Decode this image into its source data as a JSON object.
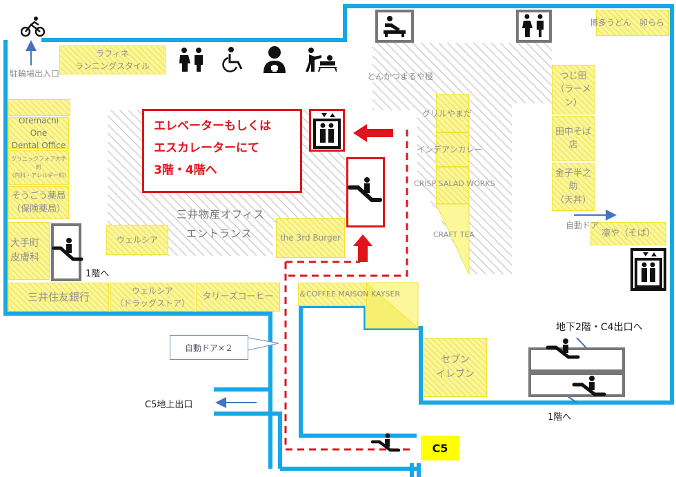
{
  "colors": {
    "wall": "#16a8e6",
    "shop_fill": "#fbf79a",
    "shop_border": "#f2e23a",
    "route": "#e0141c",
    "vert_frame": "#777777",
    "exit_tag": "#ffff00",
    "note_arrow": "#4472c4"
  },
  "info_box": {
    "text": "エレベーターもしくは\nエスカレーターにて\n3階・4階へ"
  },
  "entrance": {
    "line1": "三井物産オフィス",
    "line2": "エントランス"
  },
  "callout": {
    "text": "自動ドア×２"
  },
  "exit_tag": {
    "text": "C5"
  },
  "labels": {
    "bike_entrance": "駐輪場出入口",
    "to_1f_left": "1階へ",
    "to_1f_right": "1階へ",
    "to_b2": "地下2階・C4出口へ",
    "auto_door": "自動ドア",
    "c5_ground": "C5地上出口"
  },
  "icons": [
    "bicycle-icon",
    "restroom-icon",
    "accessible-toilet-icon",
    "nurse-room-icon",
    "baby-changing-icon",
    "rest-area-icon",
    "elevator-icon",
    "escalator-icon"
  ],
  "shops": [
    {
      "key": "lafine",
      "text": "ラフィネ\nランニングスタイル"
    },
    {
      "key": "blank_left",
      "text": ""
    },
    {
      "key": "dental",
      "text": "Otemachi One\nDental Office"
    },
    {
      "key": "clinic",
      "text": "クリニックフォア大手町\n（内科・アレルギー科）"
    },
    {
      "key": "sogo",
      "text": "そうごう薬局\n（保険薬局）"
    },
    {
      "key": "derm",
      "text": "大手町\n皮膚科"
    },
    {
      "key": "smbc",
      "text": "三井住友銀行"
    },
    {
      "key": "welcia_drug",
      "text": "ウェルシア\n（ドラッグストア）"
    },
    {
      "key": "tullys",
      "text": "タリーズコーヒー"
    },
    {
      "key": "welcia",
      "text": "ウェルシア"
    },
    {
      "key": "burger",
      "text": "the 3rd Burger"
    },
    {
      "key": "kayser",
      "text": "＆COFFEE MAISON KAYSER"
    },
    {
      "key": "seven",
      "text": "セブン\nイレブン"
    },
    {
      "key": "hakata",
      "text": "博多うどん　卯らら"
    },
    {
      "key": "tsujita",
      "text": "つじ田\n（ラーメン）"
    },
    {
      "key": "tanaka",
      "text": "田中そば店"
    },
    {
      "key": "kaneko",
      "text": "金子半之助\n（天丼）"
    },
    {
      "key": "rinya",
      "text": "凛や（そば）"
    }
  ],
  "corridor_labels": {
    "tonkatsu": "とんかつまるや極",
    "grill": "グリルやまだ",
    "indian": "インデアンカレー",
    "crisp": "CRISP SALAD WORKS",
    "craft": "CRAFT TEA"
  }
}
